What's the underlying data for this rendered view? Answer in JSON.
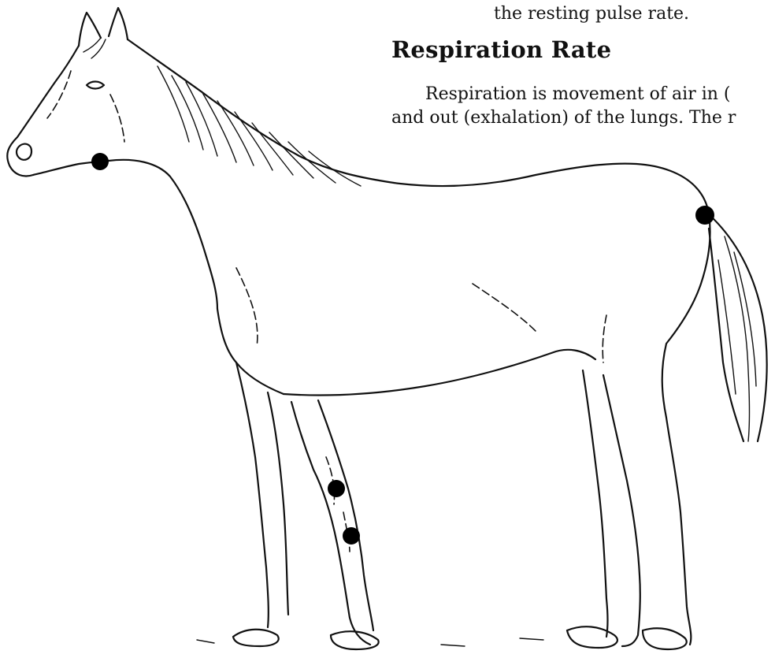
{
  "document": {
    "top_line": "the resting pulse rate.",
    "section_heading": "Respiration Rate",
    "paragraph_lines": [
      "Respiration is movement of air in (",
      "and out (exhalation) of the lungs. The r"
    ]
  },
  "figure": {
    "subject": "horse-line-drawing",
    "marker_color": "#000000",
    "pulse_points": [
      "jaw",
      "tail-base",
      "foreleg-upper",
      "foreleg-lower"
    ]
  }
}
